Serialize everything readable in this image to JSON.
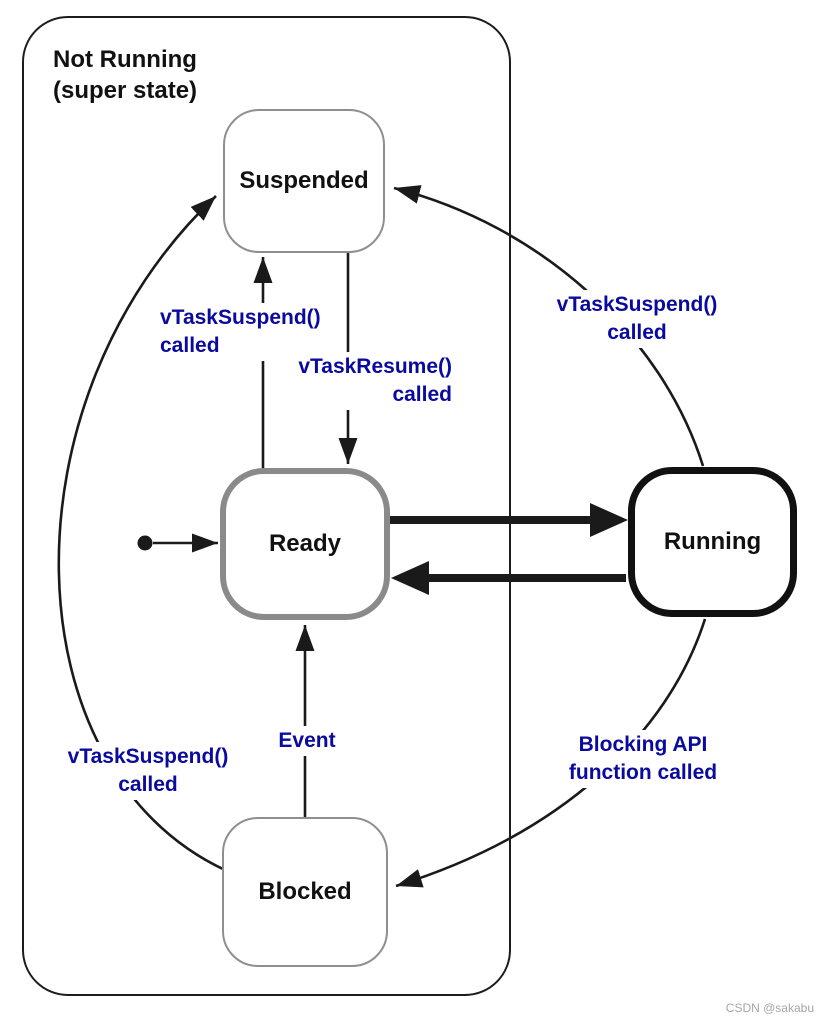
{
  "superstate": {
    "title_line1": "Not Running",
    "title_line2": "(super state)"
  },
  "states": {
    "suspended": {
      "label": "Suspended"
    },
    "ready": {
      "label": "Ready"
    },
    "running": {
      "label": "Running"
    },
    "blocked": {
      "label": "Blocked"
    }
  },
  "transitions": {
    "ready_to_suspended": {
      "line1": "vTaskSuspend()",
      "line2": "called"
    },
    "suspended_to_ready": {
      "line1": "vTaskResume()",
      "line2": "called"
    },
    "running_to_suspended": {
      "line1": "vTaskSuspend()",
      "line2": "called"
    },
    "blocked_to_suspended": {
      "line1": "vTaskSuspend()",
      "line2": "called"
    },
    "blocked_to_ready": {
      "label": "Event"
    },
    "running_to_blocked": {
      "line1": "Blocking API",
      "line2": "function called"
    }
  },
  "watermark": "CSDN @sakabu",
  "colors": {
    "label_blue": "#0a0a9e",
    "line_black": "#1a1a1a",
    "thin_state_border": "#8f8f8f",
    "ready_border_gray": "#8a8a8a",
    "running_border_black": "#111111",
    "watermark_gray": "#a6a6a6"
  }
}
